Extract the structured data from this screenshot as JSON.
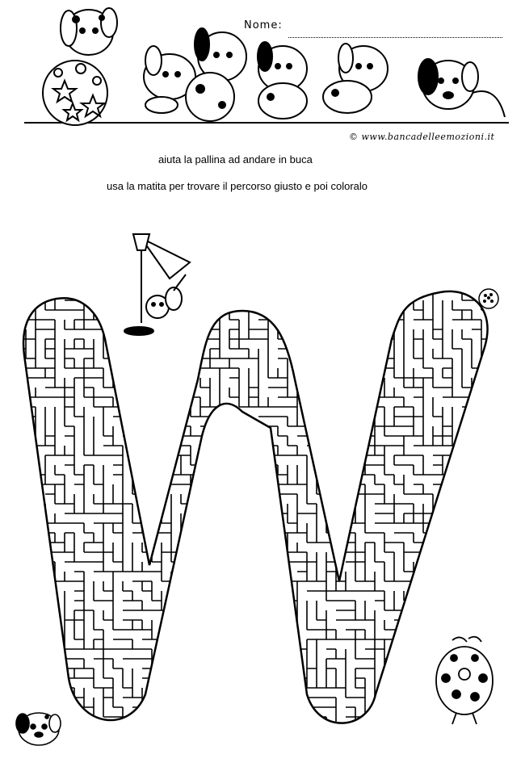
{
  "header": {
    "name_label": "Nome:",
    "copyright": "© www.bancadelleemozioni.it"
  },
  "instructions": {
    "line1": "aiuta la pallina ad andare in buca",
    "line2": "usa la matita per trovare il percorso giusto e poi coloralo"
  },
  "maze": {
    "letter": "W",
    "colors": {
      "wall": "#000000",
      "background": "#ffffff"
    }
  },
  "illustrations": {
    "icons": [
      "dalmatian-puppies-icon",
      "star-ball-icon",
      "golf-flag-icon",
      "golf-ball-icon",
      "golf-ball-character-icon",
      "puppy-icon"
    ]
  }
}
